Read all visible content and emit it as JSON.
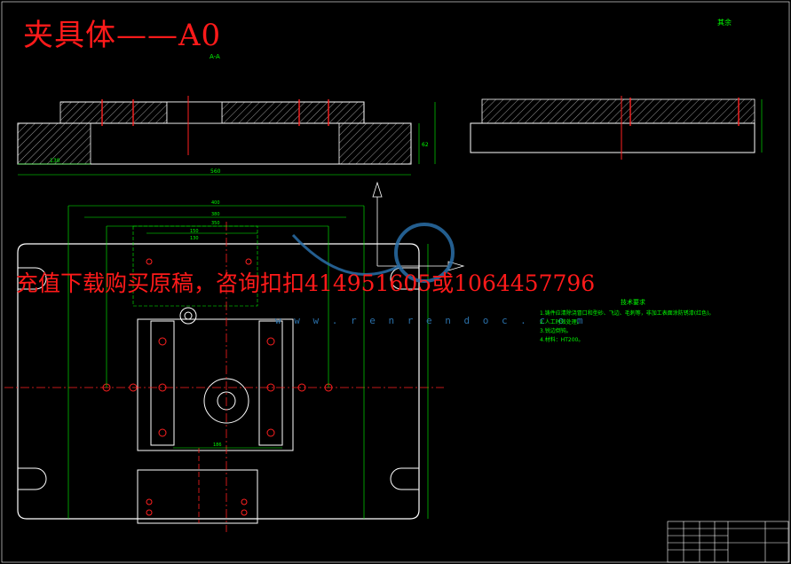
{
  "drawing": {
    "title": "夹具体——A0",
    "watermark_text": "充值下载购买原稿，咨询扣扣414951605或1064457796",
    "watermark_url": "w w w . r e n r e n d o c . c o m",
    "section_label": "A-A",
    "roughness_note": "其余",
    "notes_title": "技术要求",
    "notes": [
      "1.铸件应清除浇冒口和型砂、飞边、毛刺等，非加工表面涂防锈漆(红色)。",
      "2.人工时效处理。",
      "3.锐边倒钝。",
      "4.材料：HT200。"
    ],
    "dims_top": [
      "560",
      "130",
      "62"
    ],
    "dims_plan": [
      "400",
      "380",
      "350",
      "150",
      "130",
      "186"
    ],
    "colors": {
      "outline": "#ffffff",
      "dimension": "#00ff00",
      "centerline": "#ff2020",
      "hole": "#ff2020",
      "watermark": "#ff1a1a",
      "wm_logo": "#2a6fa8"
    }
  }
}
